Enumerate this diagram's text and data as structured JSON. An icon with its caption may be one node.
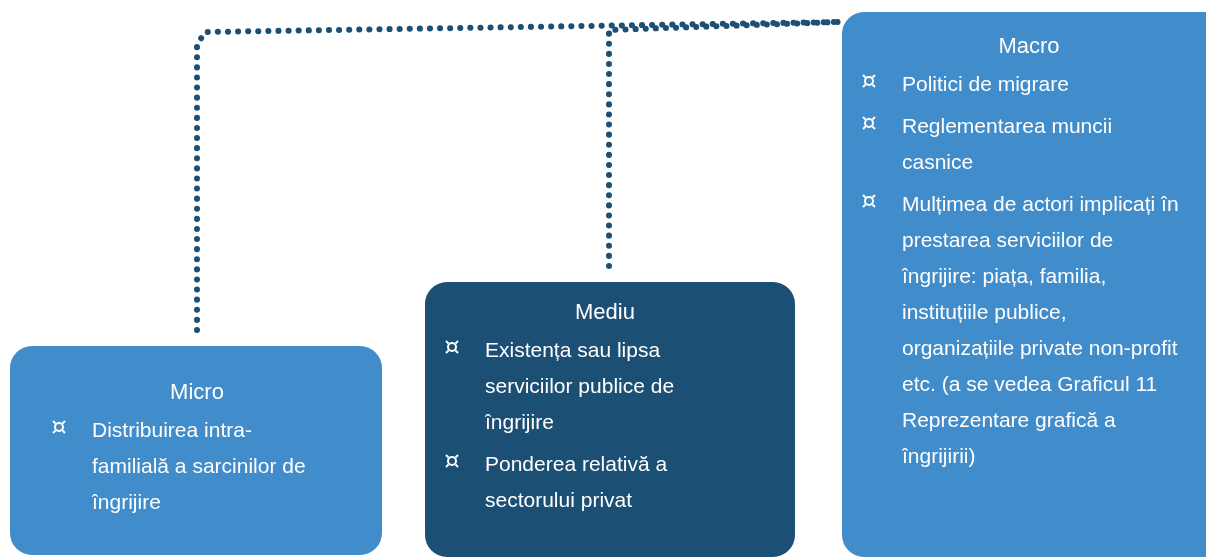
{
  "diagram": {
    "nodes": [
      {
        "text": [
          "Micro",
          "Distribuirea intra-familială a sarcinilor de îngrijire"
        ]
      },
      {
        "text": [
          "Mediu",
          "Existența sau lipsa serviciilor publice de îngrijire",
          "Ponderea relativă a sectorului privat"
        ]
      },
      {
        "text": [
          "Macro",
          "Politici de migrare",
          "Reglementarea muncii casnice",
          "Mulțimea de actori implicați în prestarea serviciilor de îngrijire: piața, familia, instituțiile publice, organizațiile private non-profit etc. (a se vedea Graficul 11 Reprezentare grafică a îngrijirii)"
        ]
      }
    ],
    "edges": [
      {
        "from": 0,
        "to": 2,
        "arrow": "none",
        "style": "dashed"
      },
      {
        "from": 1,
        "to": 2,
        "arrow": "none",
        "style": "dashed"
      }
    ]
  }
}
